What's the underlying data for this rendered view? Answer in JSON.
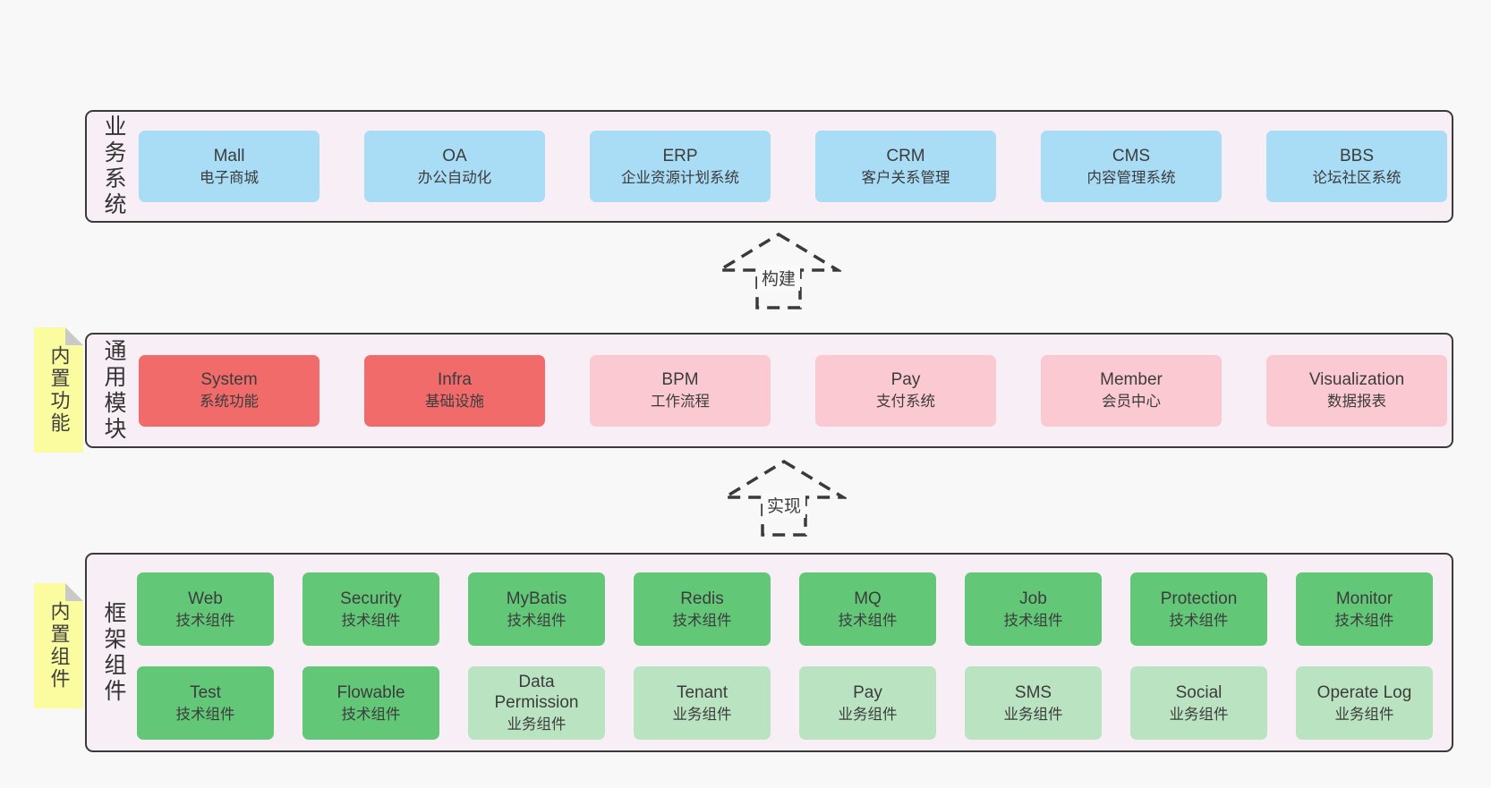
{
  "diagram": {
    "colors": {
      "page_bg": "#f8f8f8",
      "band_bg": "#f8eef6",
      "band_border": "#3a3a3a",
      "text": "#3c3c3c",
      "blue": "#a9dcf5",
      "red": "#f16b6b",
      "pink": "#fbc9d1",
      "green": "#62c878",
      "light_green": "#bae4c1",
      "sticky_yellow": "#fbfba0",
      "sticky_fold": "#c9c9c9"
    },
    "arrows": [
      {
        "label": "构建"
      },
      {
        "label": "实现"
      }
    ],
    "bands": [
      {
        "side_label": "业务系统",
        "boxes": [
          {
            "title": "Mall",
            "subtitle": "电子商城"
          },
          {
            "title": "OA",
            "subtitle": "办公自动化"
          },
          {
            "title": "ERP",
            "subtitle": "企业资源计划系统"
          },
          {
            "title": "CRM",
            "subtitle": "客户关系管理"
          },
          {
            "title": "CMS",
            "subtitle": "内容管理系统"
          },
          {
            "title": "BBS",
            "subtitle": "论坛社区系统"
          }
        ]
      },
      {
        "side_label": "通用模块",
        "sticky_label": "内置功能",
        "boxes": [
          {
            "title": "System",
            "subtitle": "系统功能"
          },
          {
            "title": "Infra",
            "subtitle": "基础设施"
          },
          {
            "title": "BPM",
            "subtitle": "工作流程"
          },
          {
            "title": "Pay",
            "subtitle": "支付系统"
          },
          {
            "title": "Member",
            "subtitle": "会员中心"
          },
          {
            "title": "Visualization",
            "subtitle": "数据报表"
          }
        ]
      },
      {
        "side_label": "框架组件",
        "sticky_label": "内置组件",
        "rows": [
          [
            {
              "title": "Web",
              "subtitle": "技术组件"
            },
            {
              "title": "Security",
              "subtitle": "技术组件"
            },
            {
              "title": "MyBatis",
              "subtitle": "技术组件"
            },
            {
              "title": "Redis",
              "subtitle": "技术组件"
            },
            {
              "title": "MQ",
              "subtitle": "技术组件"
            },
            {
              "title": "Job",
              "subtitle": "技术组件"
            },
            {
              "title": "Protection",
              "subtitle": "技术组件"
            },
            {
              "title": "Monitor",
              "subtitle": "技术组件"
            }
          ],
          [
            {
              "title": "Test",
              "subtitle": "技术组件"
            },
            {
              "title": "Flowable",
              "subtitle": "技术组件"
            },
            {
              "title": "Data Permission",
              "subtitle": "业务组件"
            },
            {
              "title": "Tenant",
              "subtitle": "业务组件"
            },
            {
              "title": "Pay",
              "subtitle": "业务组件"
            },
            {
              "title": "SMS",
              "subtitle": "业务组件"
            },
            {
              "title": "Social",
              "subtitle": "业务组件"
            },
            {
              "title": "Operate Log",
              "subtitle": "业务组件"
            }
          ]
        ]
      }
    ]
  }
}
